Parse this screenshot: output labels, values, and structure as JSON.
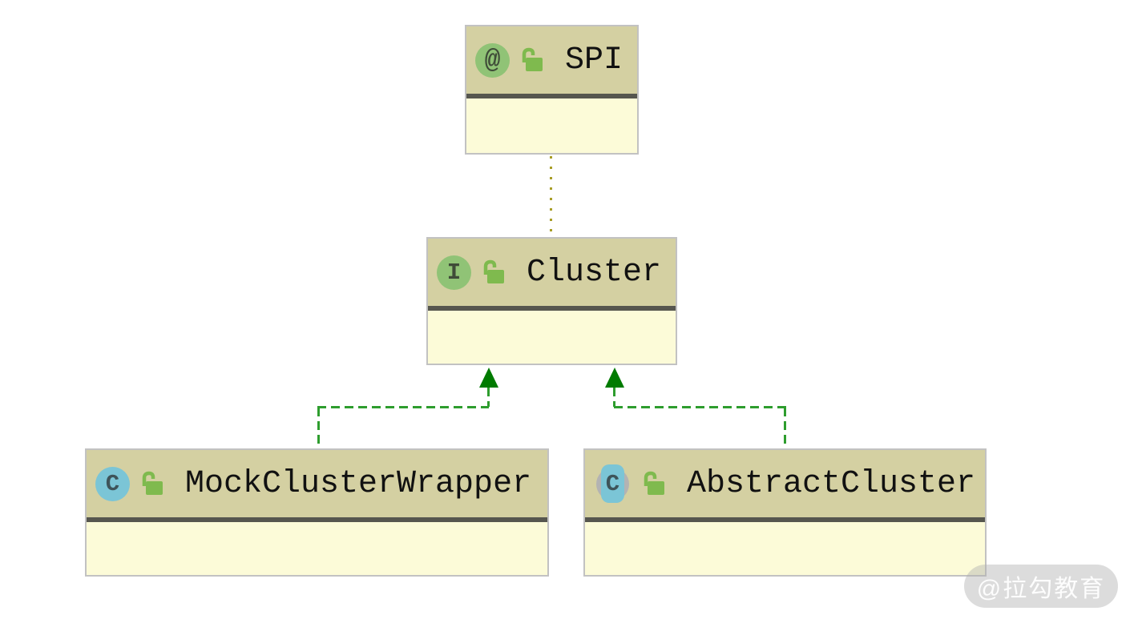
{
  "diagram": {
    "type": "uml-class-diagram",
    "nodes": [
      {
        "id": "spi",
        "name": "SPI",
        "kind": "annotation",
        "icon": "annotation-icon",
        "icon_glyph": "@",
        "visibility": "public-unlocked"
      },
      {
        "id": "cluster",
        "name": "Cluster",
        "kind": "interface",
        "icon": "interface-icon",
        "icon_glyph": "I",
        "visibility": "public-unlocked"
      },
      {
        "id": "mock",
        "name": "MockClusterWrapper",
        "kind": "class",
        "icon": "class-icon",
        "icon_glyph": "C",
        "visibility": "public-unlocked"
      },
      {
        "id": "abstract",
        "name": "AbstractCluster",
        "kind": "abstract-class",
        "icon": "abstract-class-icon",
        "icon_glyph": "C",
        "visibility": "public-unlocked"
      }
    ],
    "edges": [
      {
        "from": "Cluster",
        "to": "SPI",
        "type": "annotated-by",
        "style": "dotted",
        "color": "#a89d26"
      },
      {
        "from": "MockClusterWrapper",
        "to": "Cluster",
        "type": "realization",
        "style": "dashed-with-hollow-triangle",
        "color": "#2e9d2e",
        "arrow_color": "#007b00"
      },
      {
        "from": "AbstractCluster",
        "to": "Cluster",
        "type": "realization",
        "style": "dashed-with-hollow-triangle",
        "color": "#2e9d2e",
        "arrow_color": "#007b00"
      }
    ],
    "colors": {
      "node_header": "#d4d0a2",
      "node_body": "#fcfbd8",
      "node_border": "#c2c2c2",
      "node_separator": "#56564e",
      "annotation_icon_green": "#90c376",
      "class_icon_blue": "#7bc5d6",
      "lock_green": "#7fba4e",
      "realization_dash_green": "#2e9d2e",
      "arrowhead_green": "#007b00",
      "annotation_dot_olive": "#a89d26",
      "background": "#ffffff"
    },
    "watermark": {
      "text": "@拉勾教育"
    }
  }
}
